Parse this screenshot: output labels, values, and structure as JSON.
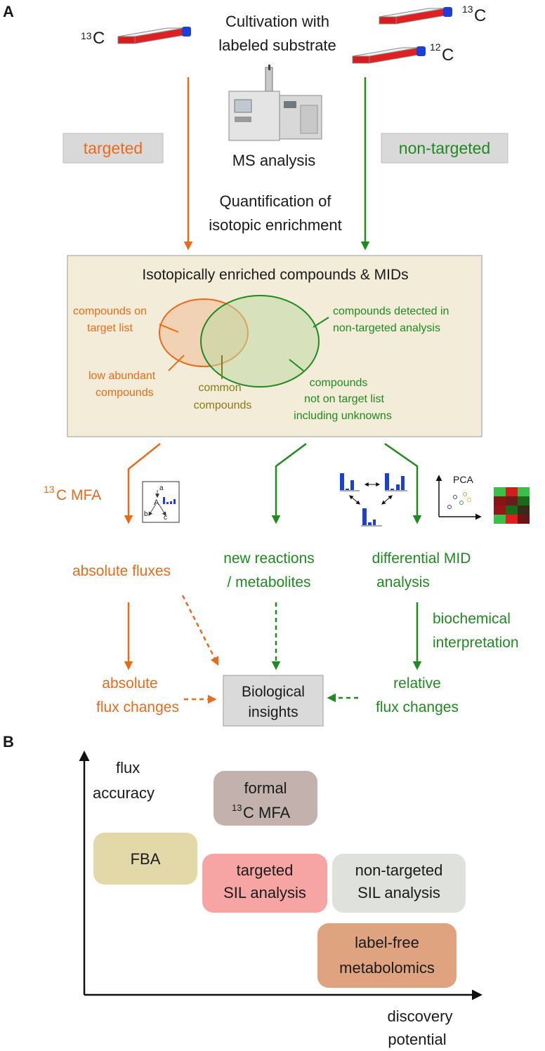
{
  "panelA": {
    "label": "A",
    "cultivation": {
      "line1": "Cultivation with",
      "line2": "labeled substrate"
    },
    "flask_left_label": {
      "sup": "13",
      "el": "C"
    },
    "flask_right_top_label": {
      "sup": "13",
      "el": "C"
    },
    "flask_right_bottom_label": {
      "sup": "12",
      "el": "C"
    },
    "ms_analysis": "MS analysis",
    "targeted": "targeted",
    "non_targeted": "non-targeted",
    "quantification": {
      "line1": "Quantification of",
      "line2": "isotopic enrichment"
    },
    "venn_box": {
      "title": "Isotopically enriched compounds & MIDs",
      "target_list": {
        "line1": "compounds on",
        "line2": "target list"
      },
      "detected": {
        "line1": "compounds detected in",
        "line2": "non-targeted analysis"
      },
      "low_abundant": {
        "line1": "low abundant",
        "line2": "compounds"
      },
      "common": {
        "line1": "common",
        "line2": "compounds"
      },
      "not_on_list": {
        "line1": "compounds",
        "line2": "not on target list",
        "line3": "including unknowns"
      }
    },
    "mfa_label": {
      "sup": "13",
      "rest": "C MFA"
    },
    "mini_network": {
      "a": "a",
      "A": "A",
      "b": "b",
      "c": "c"
    },
    "pca_label": "PCA",
    "absolute_fluxes": "absolute fluxes",
    "new_reactions": {
      "line1": "new reactions",
      "line2": "/ metabolites"
    },
    "differential": {
      "line1": "differential MID",
      "line2": "analysis"
    },
    "biochemical": {
      "line1": "biochemical",
      "line2": "interpretation"
    },
    "absolute_changes": {
      "line1": "absolute",
      "line2": "flux changes"
    },
    "biological": {
      "line1": "Biological",
      "line2": "insights"
    },
    "relative_changes": {
      "line1": "relative",
      "line2": "flux changes"
    }
  },
  "panelB": {
    "label": "B",
    "y_axis": {
      "line1": "flux",
      "line2": "accuracy"
    },
    "x_axis": {
      "line1": "discovery",
      "line2": "potential"
    },
    "boxes": {
      "fba": {
        "line1": "FBA",
        "color": "#e3d9a8"
      },
      "formal": {
        "line1": "formal",
        "sup": "13",
        "line2": "C MFA",
        "color": "#c2b1ac"
      },
      "targeted": {
        "line1": "targeted",
        "line2": "SIL analysis",
        "color": "#f7a4a4"
      },
      "non_targeted": {
        "line1": "non-targeted",
        "line2": "SIL analysis",
        "color": "#dfe2dc"
      },
      "label_free": {
        "line1": "label-free",
        "line2": "metabolomics",
        "color": "#dfa47f"
      }
    }
  },
  "colors": {
    "orange": "#e86b1c",
    "green": "#1f8a1f",
    "olive": "#8a7a16",
    "box_bg": "#f3ecd8",
    "gray_box": "#dadada"
  }
}
